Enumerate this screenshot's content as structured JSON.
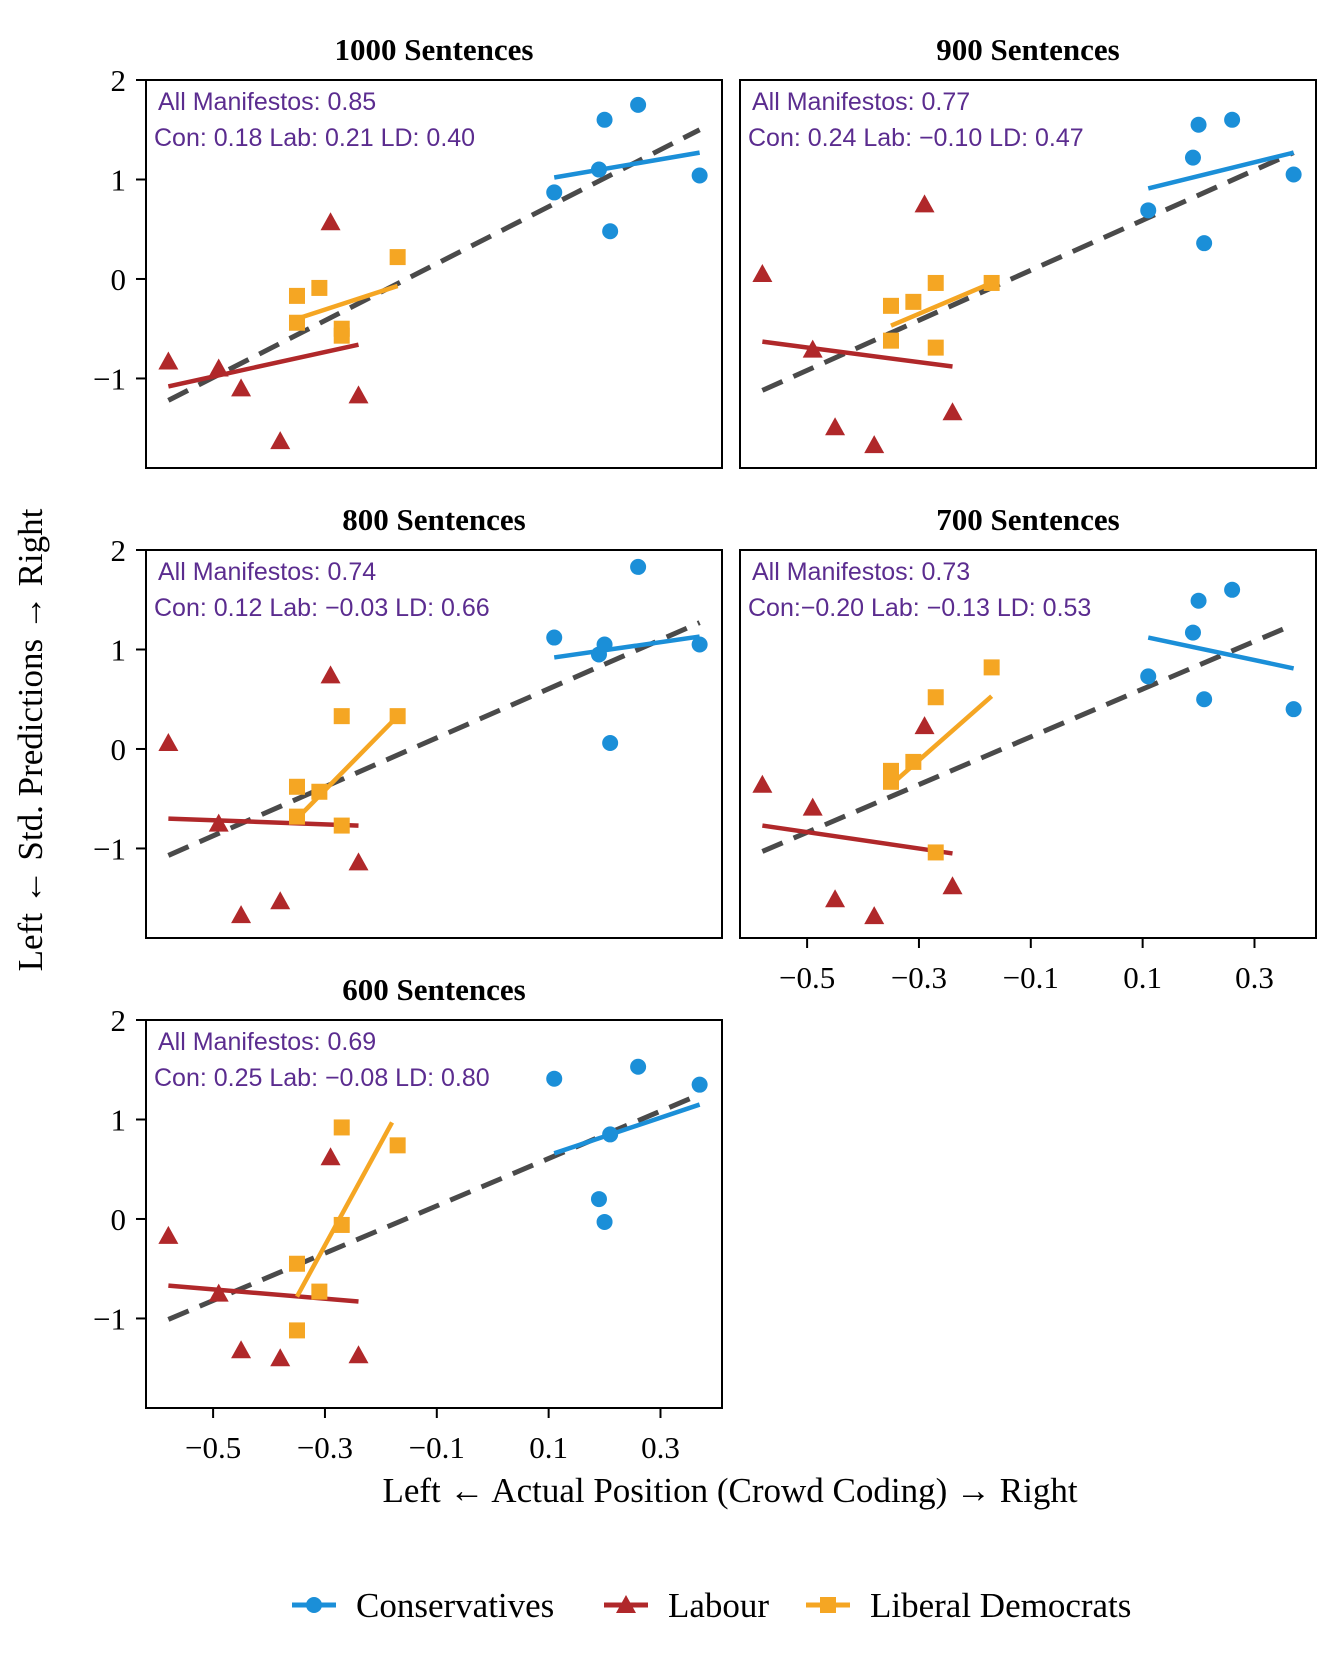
{
  "chart_data": {
    "type": "scatter",
    "colors": {
      "Conservatives": "#1b8fd8",
      "Labour": "#b0282a",
      "Liberal Democrats": "#f5a623",
      "overall_fit": "#4a4a4a",
      "annotation": "#5b2c8f"
    },
    "xlabel": "Left ← Actual Position (Crowd Coding) → Right",
    "ylabel": "Left ← Std. Predictions → Right",
    "xlim": [
      -0.62,
      0.41
    ],
    "ylim": [
      -1.9,
      2.0
    ],
    "xticks": [
      "−0.5",
      "−0.3",
      "−0.1",
      "0.1",
      "0.3"
    ],
    "xtick_values": [
      -0.5,
      -0.3,
      -0.1,
      0.1,
      0.3
    ],
    "yticks": [
      "−1",
      "0",
      "1",
      "2"
    ],
    "ytick_values": [
      -1,
      0,
      1,
      2
    ],
    "legend": {
      "placement": "bottom",
      "entries": [
        {
          "name": "Conservatives",
          "marker": "circle"
        },
        {
          "name": "Labour",
          "marker": "triangle"
        },
        {
          "name": "Liberal Democrats",
          "marker": "square"
        }
      ]
    },
    "panels": [
      {
        "title": "1000 Sentences",
        "annotation_line1": "All Manifestos: 0.85",
        "annotation_line2": "Con: 0.18 Lab:  0.21 LD: 0.40",
        "series": [
          {
            "name": "Conservatives",
            "points": [
              [
                0.11,
                0.87
              ],
              [
                0.19,
                1.1
              ],
              [
                0.2,
                1.6
              ],
              [
                0.21,
                0.48
              ],
              [
                0.26,
                1.75
              ],
              [
                0.37,
                1.04
              ]
            ],
            "fit": [
              [
                0.11,
                1.02
              ],
              [
                0.37,
                1.27
              ]
            ]
          },
          {
            "name": "Labour",
            "points": [
              [
                -0.58,
                -0.83
              ],
              [
                -0.49,
                -0.9
              ],
              [
                -0.45,
                -1.1
              ],
              [
                -0.38,
                -1.63
              ],
              [
                -0.29,
                0.57
              ],
              [
                -0.24,
                -1.17
              ]
            ],
            "fit": [
              [
                -0.58,
                -1.08
              ],
              [
                -0.24,
                -0.66
              ]
            ]
          },
          {
            "name": "Liberal Democrats",
            "points": [
              [
                -0.35,
                -0.17
              ],
              [
                -0.35,
                -0.44
              ],
              [
                -0.31,
                -0.09
              ],
              [
                -0.27,
                -0.5
              ],
              [
                -0.27,
                -0.57
              ],
              [
                -0.17,
                0.22
              ]
            ],
            "fit": [
              [
                -0.35,
                -0.4
              ],
              [
                -0.17,
                -0.07
              ]
            ]
          }
        ],
        "overall_fit": [
          [
            -0.58,
            -1.22
          ],
          [
            0.37,
            1.5
          ]
        ]
      },
      {
        "title": "900 Sentences",
        "annotation_line1": "All Manifestos: 0.77",
        "annotation_line2": "Con: 0.24 Lab: −0.10 LD: 0.47",
        "series": [
          {
            "name": "Conservatives",
            "points": [
              [
                0.11,
                0.69
              ],
              [
                0.19,
                1.22
              ],
              [
                0.2,
                1.55
              ],
              [
                0.21,
                0.36
              ],
              [
                0.26,
                1.6
              ],
              [
                0.37,
                1.05
              ]
            ],
            "fit": [
              [
                0.11,
                0.91
              ],
              [
                0.37,
                1.27
              ]
            ]
          },
          {
            "name": "Labour",
            "points": [
              [
                -0.58,
                0.05
              ],
              [
                -0.49,
                -0.71
              ],
              [
                -0.45,
                -1.49
              ],
              [
                -0.38,
                -1.67
              ],
              [
                -0.29,
                0.75
              ],
              [
                -0.24,
                -1.34
              ]
            ],
            "fit": [
              [
                -0.58,
                -0.63
              ],
              [
                -0.24,
                -0.88
              ]
            ]
          },
          {
            "name": "Liberal Democrats",
            "points": [
              [
                -0.35,
                -0.62
              ],
              [
                -0.35,
                -0.27
              ],
              [
                -0.31,
                -0.23
              ],
              [
                -0.27,
                -0.04
              ],
              [
                -0.27,
                -0.69
              ],
              [
                -0.17,
                -0.04
              ]
            ],
            "fit": [
              [
                -0.35,
                -0.47
              ],
              [
                -0.17,
                -0.04
              ]
            ]
          }
        ],
        "overall_fit": [
          [
            -0.58,
            -1.12
          ],
          [
            0.37,
            1.27
          ]
        ]
      },
      {
        "title": "800 Sentences",
        "annotation_line1": "All Manifestos: 0.74",
        "annotation_line2": "Con: 0.12 Lab: −0.03 LD: 0.66",
        "series": [
          {
            "name": "Conservatives",
            "points": [
              [
                0.11,
                1.12
              ],
              [
                0.19,
                0.95
              ],
              [
                0.2,
                1.05
              ],
              [
                0.21,
                0.06
              ],
              [
                0.26,
                1.83
              ],
              [
                0.37,
                1.05
              ]
            ],
            "fit": [
              [
                0.11,
                0.92
              ],
              [
                0.37,
                1.13
              ]
            ]
          },
          {
            "name": "Labour",
            "points": [
              [
                -0.58,
                0.06
              ],
              [
                -0.49,
                -0.75
              ],
              [
                -0.45,
                -1.67
              ],
              [
                -0.38,
                -1.53
              ],
              [
                -0.29,
                0.74
              ],
              [
                -0.24,
                -1.14
              ]
            ],
            "fit": [
              [
                -0.58,
                -0.7
              ],
              [
                -0.24,
                -0.77
              ]
            ]
          },
          {
            "name": "Liberal Democrats",
            "points": [
              [
                -0.35,
                -0.38
              ],
              [
                -0.35,
                -0.68
              ],
              [
                -0.31,
                -0.43
              ],
              [
                -0.27,
                0.33
              ],
              [
                -0.27,
                -0.77
              ],
              [
                -0.17,
                0.33
              ]
            ],
            "fit": [
              [
                -0.35,
                -0.7
              ],
              [
                -0.17,
                0.33
              ]
            ]
          }
        ],
        "overall_fit": [
          [
            -0.58,
            -1.07
          ],
          [
            0.37,
            1.27
          ]
        ]
      },
      {
        "title": "700 Sentences",
        "annotation_line1": "All Manifestos: 0.73",
        "annotation_line2": "Con:−0.20 Lab: −0.13 LD: 0.53",
        "series": [
          {
            "name": "Conservatives",
            "points": [
              [
                0.11,
                0.73
              ],
              [
                0.19,
                1.17
              ],
              [
                0.2,
                1.49
              ],
              [
                0.21,
                0.5
              ],
              [
                0.26,
                1.6
              ],
              [
                0.37,
                0.4
              ]
            ],
            "fit": [
              [
                0.11,
                1.12
              ],
              [
                0.37,
                0.81
              ]
            ]
          },
          {
            "name": "Labour",
            "points": [
              [
                -0.58,
                -0.36
              ],
              [
                -0.49,
                -0.59
              ],
              [
                -0.45,
                -1.51
              ],
              [
                -0.38,
                -1.68
              ],
              [
                -0.29,
                0.23
              ],
              [
                -0.24,
                -1.38
              ]
            ],
            "fit": [
              [
                -0.58,
                -0.77
              ],
              [
                -0.24,
                -1.05
              ]
            ]
          },
          {
            "name": "Liberal Democrats",
            "points": [
              [
                -0.35,
                -0.33
              ],
              [
                -0.35,
                -0.22
              ],
              [
                -0.31,
                -0.13
              ],
              [
                -0.27,
                0.52
              ],
              [
                -0.27,
                -1.04
              ],
              [
                -0.17,
                0.82
              ]
            ],
            "fit": [
              [
                -0.35,
                -0.36
              ],
              [
                -0.17,
                0.53
              ]
            ]
          }
        ],
        "overall_fit": [
          [
            -0.58,
            -1.03
          ],
          [
            0.37,
            1.25
          ]
        ]
      },
      {
        "title": "600 Sentences",
        "annotation_line1": "All Manifestos: 0.69",
        "annotation_line2": "Con: 0.25 Lab: −0.08 LD: 0.80",
        "series": [
          {
            "name": "Conservatives",
            "points": [
              [
                0.11,
                1.41
              ],
              [
                0.19,
                0.2
              ],
              [
                0.2,
                -0.03
              ],
              [
                0.21,
                0.85
              ],
              [
                0.26,
                1.53
              ],
              [
                0.37,
                1.35
              ]
            ],
            "fit": [
              [
                0.11,
                0.66
              ],
              [
                0.37,
                1.15
              ]
            ]
          },
          {
            "name": "Labour",
            "points": [
              [
                -0.58,
                -0.17
              ],
              [
                -0.49,
                -0.75
              ],
              [
                -0.45,
                -1.32
              ],
              [
                -0.38,
                -1.4
              ],
              [
                -0.29,
                0.62
              ],
              [
                -0.24,
                -1.37
              ]
            ],
            "fit": [
              [
                -0.58,
                -0.67
              ],
              [
                -0.24,
                -0.83
              ]
            ]
          },
          {
            "name": "Liberal Democrats",
            "points": [
              [
                -0.35,
                -0.45
              ],
              [
                -0.35,
                -1.12
              ],
              [
                -0.31,
                -0.73
              ],
              [
                -0.27,
                0.92
              ],
              [
                -0.27,
                -0.06
              ],
              [
                -0.17,
                0.74
              ]
            ],
            "fit": [
              [
                -0.35,
                -0.78
              ],
              [
                -0.18,
                0.97
              ]
            ]
          }
        ],
        "overall_fit": [
          [
            -0.58,
            -1.01
          ],
          [
            0.37,
            1.25
          ]
        ]
      }
    ]
  }
}
